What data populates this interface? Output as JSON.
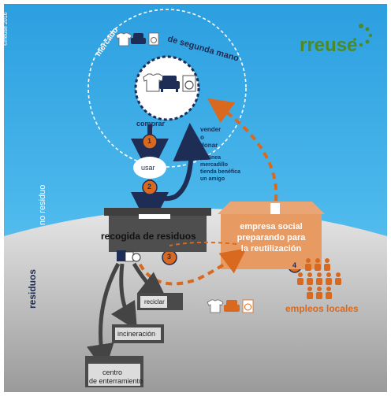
{
  "copyright": "©rreuse 2016",
  "logo": {
    "text": "rreuse",
    "accent": "rr"
  },
  "market": {
    "arc_left": "mercado",
    "arc_right": "de segunda mano",
    "buy": "comprar"
  },
  "steps": {
    "one": "1",
    "two": "2",
    "three": "3",
    "four": "4"
  },
  "use": "usar",
  "sell": {
    "line1": "vender",
    "line2": "o",
    "line3": "donar",
    "sub1": "en línea",
    "sub2": "mercadillo",
    "sub3": "tienda benéfica",
    "sub4": "un amigo"
  },
  "zones": {
    "upper": "no residuo",
    "lower": "residuos"
  },
  "collection": "recogida de residuos",
  "social": {
    "line1": "empresa social",
    "line2": "preparando para",
    "line3": "la reutilización"
  },
  "jobs": "empleos locales",
  "disposal": {
    "recycle": "reciclar",
    "incineration": "incineración",
    "landfill_1": "centro",
    "landfill_2": "de enterramiento"
  },
  "colors": {
    "sky": "#2aa7e2",
    "ground": "#bdbdbd",
    "navy": "#1d2d55",
    "orange": "#d8691e",
    "crate": "#e89a63",
    "bin": "#555555",
    "green": "#4a8a2a"
  },
  "icons": [
    "shirt-icon",
    "armchair-icon",
    "washing-machine-icon",
    "person-icon"
  ]
}
